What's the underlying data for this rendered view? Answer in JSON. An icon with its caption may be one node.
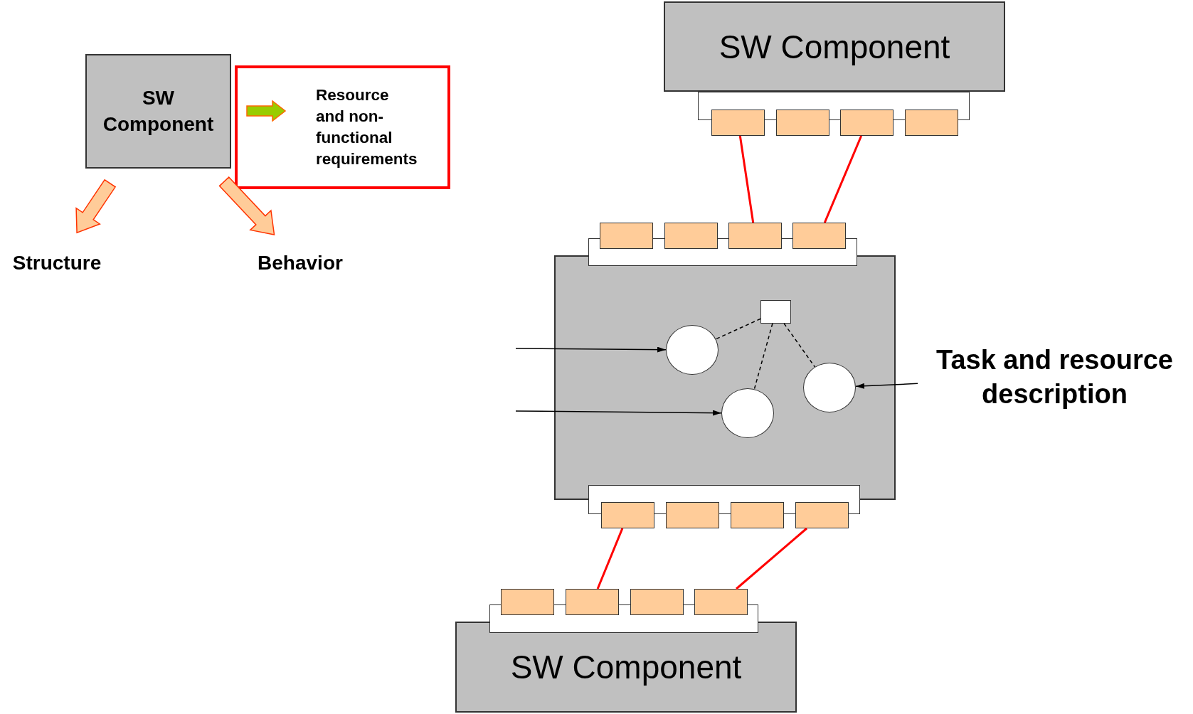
{
  "diagram": {
    "nodes": [
      {
        "text": [
          "SW Component"
        ]
      },
      {
        "text": [
          "Resource and non-functional requirements"
        ]
      },
      {
        "text": [
          "Structure"
        ]
      },
      {
        "text": [
          "Behavior"
        ]
      },
      {
        "text": [
          "SW Component"
        ]
      },
      {
        "text": [],
        "shape": "box"
      },
      {
        "text": [],
        "shape": "box"
      },
      {
        "text": [],
        "shape": "box"
      },
      {
        "text": [],
        "shape": "box"
      },
      {
        "text": [],
        "shape": "box"
      },
      {
        "text": [],
        "shape": "box"
      },
      {
        "text": [],
        "shape": "box"
      },
      {
        "text": [],
        "shape": "box"
      },
      {
        "text": [],
        "shape": "box"
      },
      {
        "text": [],
        "shape": "box",
        "in": 9
      },
      {
        "text": [],
        "shape": "circle",
        "in": 9
      },
      {
        "text": [],
        "shape": "circle",
        "in": 9
      },
      {
        "text": [],
        "shape": "circle",
        "in": 9
      },
      {
        "text": [
          "Task and resource description"
        ]
      },
      {
        "text": [],
        "shape": "box"
      },
      {
        "text": [],
        "shape": "box"
      },
      {
        "text": [],
        "shape": "box"
      },
      {
        "text": [],
        "shape": "box"
      },
      {
        "text": [],
        "shape": "box"
      },
      {
        "text": [],
        "shape": "box"
      },
      {
        "text": [],
        "shape": "box"
      },
      {
        "text": [],
        "shape": "box"
      },
      {
        "text": [
          "SW Component"
        ]
      }
    ],
    "edges": [
      {
        "from": 0,
        "to": 2,
        "arrow": "to",
        "style": "thick",
        "color": "#ffcc99"
      },
      {
        "from": 0,
        "to": 3,
        "arrow": "to",
        "style": "thick",
        "color": "#ffcc99"
      },
      {
        "from": 5,
        "to": 12,
        "arrow": "none",
        "color": "#ff0000"
      },
      {
        "from": 7,
        "to": 13,
        "arrow": "none",
        "color": "#ff0000"
      },
      {
        "from": 19,
        "to": 24,
        "arrow": "none",
        "color": "#ff0000"
      },
      {
        "from": 22,
        "to": 26,
        "arrow": "none",
        "color": "#ff0000"
      },
      {
        "from": 14,
        "to": 15,
        "arrow": "none",
        "style": "dashed"
      },
      {
        "from": 14,
        "to": 17,
        "arrow": "none",
        "style": "dashed"
      },
      {
        "from": 14,
        "to": 16,
        "arrow": "none",
        "style": "dashed"
      },
      {
        "from": null,
        "to": 15,
        "arrow": "to"
      },
      {
        "from": null,
        "to": 17,
        "arrow": "to"
      },
      {
        "from": 18,
        "to": 16,
        "arrow": "to"
      }
    ]
  }
}
